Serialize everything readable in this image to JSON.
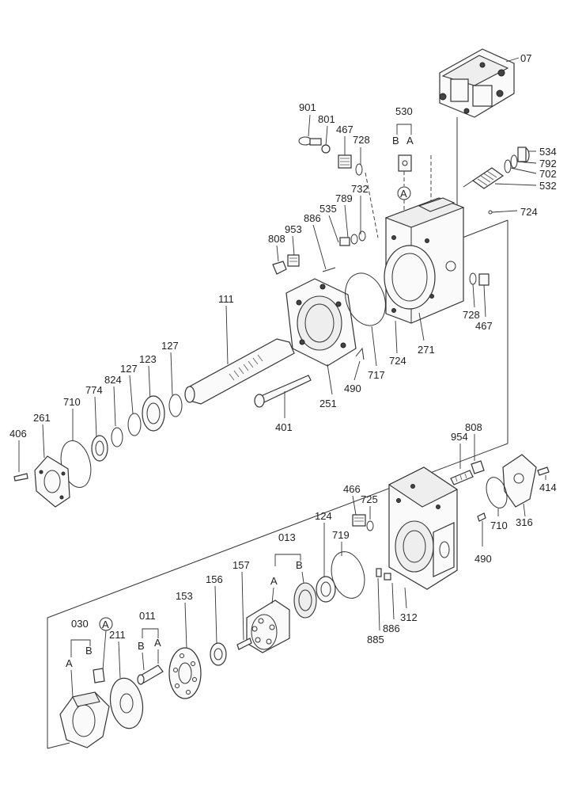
{
  "labels": {
    "l07": "07",
    "l534": "534",
    "l792": "792",
    "l702": "702",
    "l532": "532",
    "l724a": "724",
    "l530": "530",
    "l530B": "B",
    "l530A": "A",
    "l530circ": "A",
    "l901": "901",
    "l801": "801",
    "l467a": "467",
    "l728a": "728",
    "l732": "732",
    "l789": "789",
    "l535": "535",
    "l886a": "886",
    "l953": "953",
    "l808a": "808",
    "l728b": "728",
    "l467b": "467",
    "l111": "111",
    "l127a": "127",
    "l127b": "127",
    "l123": "123",
    "l824": "824",
    "l774": "774",
    "l710a": "710",
    "l261": "261",
    "l406": "406",
    "l717": "717",
    "l724b": "724",
    "l271": "271",
    "l490a": "490",
    "l251": "251",
    "l401": "401",
    "l954": "954",
    "l808b": "808",
    "l414": "414",
    "l316": "316",
    "l710b": "710",
    "l490b": "490",
    "l466": "466",
    "l725": "725",
    "l719": "719",
    "l124": "124",
    "l013": "013",
    "l013A": "A",
    "l013B": "B",
    "l157": "157",
    "l156": "156",
    "l153": "153",
    "l011": "011",
    "l011B": "B",
    "l011A": "A",
    "l030": "030",
    "l030B": "B",
    "l030A": "A",
    "l030circ": "A",
    "l211": "211",
    "l885": "885",
    "l886b": "886",
    "l312": "312"
  },
  "colors": {
    "line": "#333333",
    "paper": "#ffffff"
  }
}
